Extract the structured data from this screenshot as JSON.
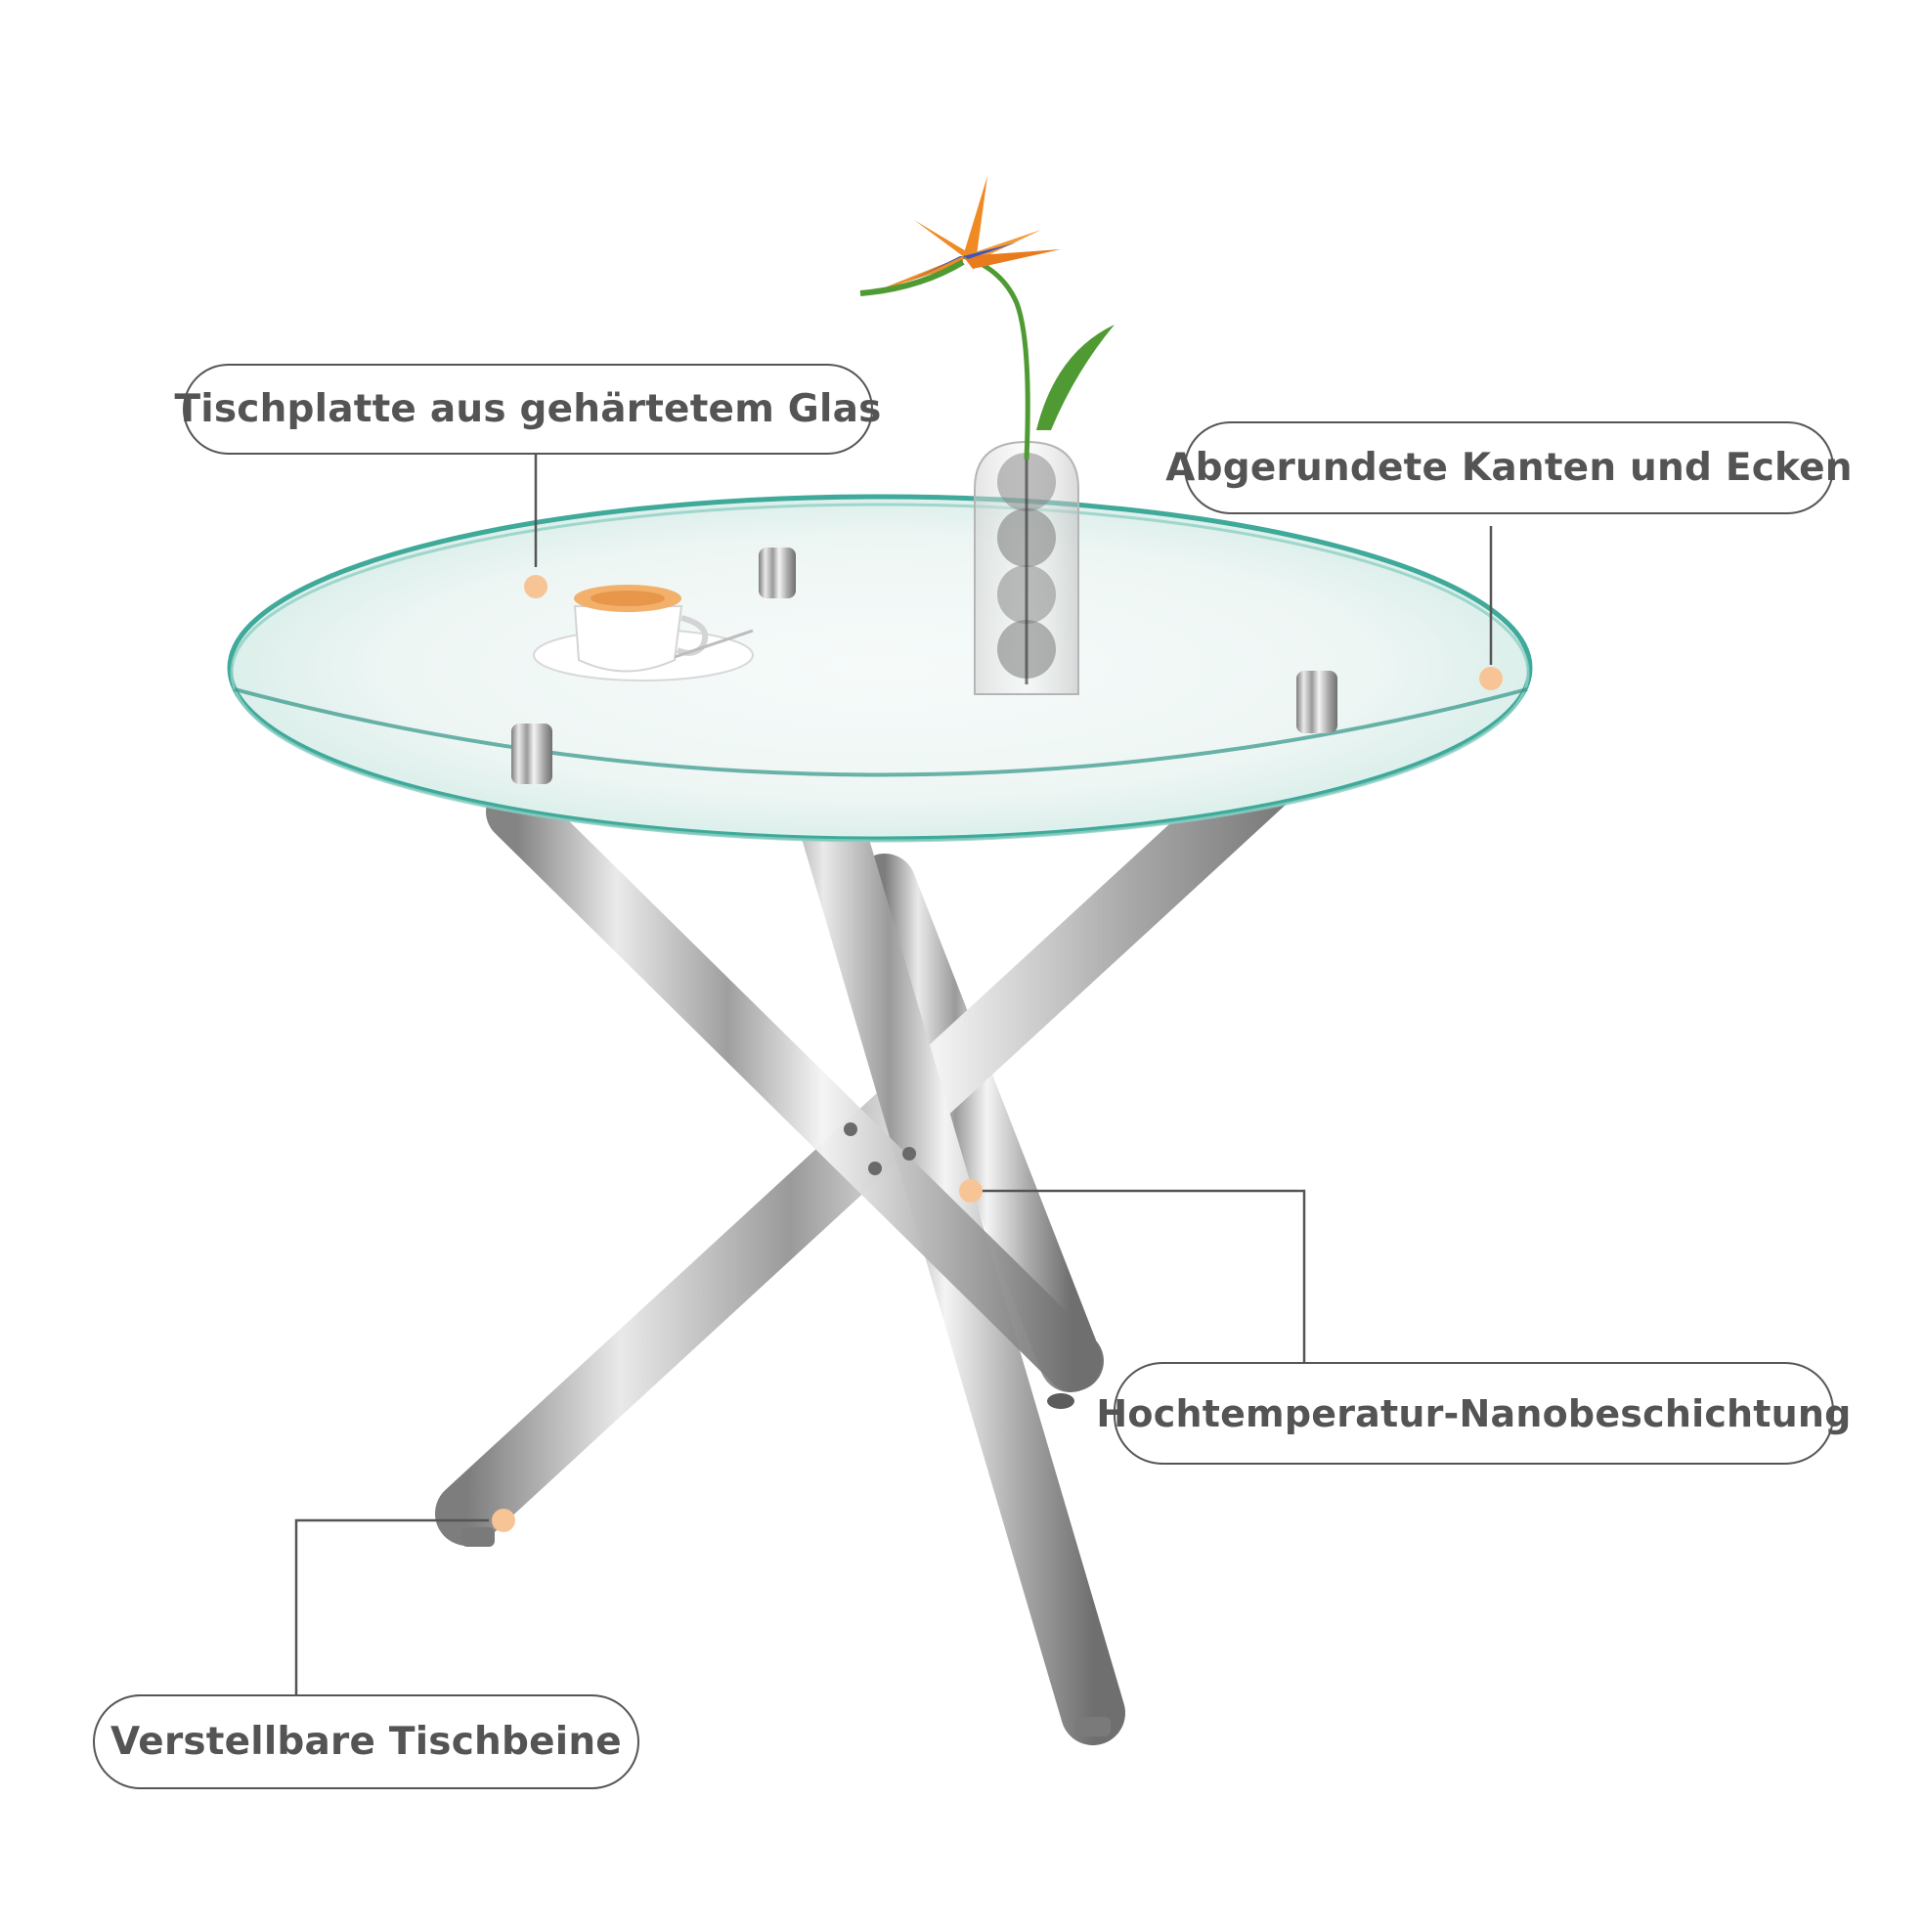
{
  "callouts": {
    "glass_top": "Tischplatte aus gehärtetem Glas",
    "rounded_edges": "Abgerundete Kanten und Ecken",
    "coating": "Hochtemperatur-Nanobeschichtung",
    "adjustable_legs": "Verstellbare Tischbeine"
  },
  "colors": {
    "marker": "#f7c595",
    "callout_border": "#555555",
    "callout_text": "#545454",
    "glass_edge": "#3fa99a",
    "chrome": "#b8b8b8",
    "flower_orange": "#f08a24",
    "leaf_green": "#4f9a33"
  }
}
